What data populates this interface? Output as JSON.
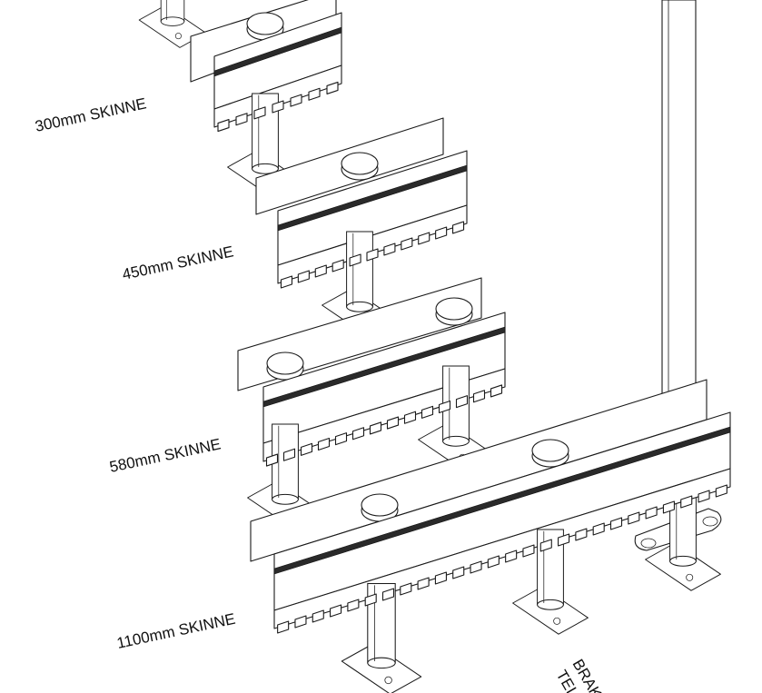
{
  "labels": {
    "rail_300": "300mm SKINNE",
    "rail_450": "450mm SKINNE",
    "rail_580": "580mm SKINNE",
    "rail_1100": "1100mm SKINNE",
    "bracket_line1": "BRAK",
    "bracket_line2": "TEI"
  },
  "colors": {
    "line": "#1a1a1a",
    "background": "#ffffff"
  }
}
